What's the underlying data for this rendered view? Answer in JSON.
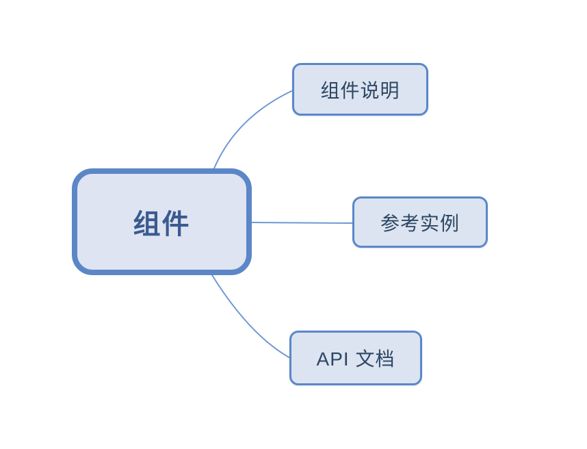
{
  "diagram": {
    "root": {
      "label": "组件"
    },
    "children": [
      {
        "label": "组件说明"
      },
      {
        "label": "参考实例"
      },
      {
        "label": "API 文档"
      }
    ],
    "colors": {
      "node_border": "#5B87C7",
      "root_fill": "#DEE4F1",
      "child_fill": "#DCE4F1",
      "connector": "#6E99D1",
      "root_text": "#3A5B8F",
      "child_text": "#2D4663",
      "background": "#FFFFFF"
    }
  }
}
